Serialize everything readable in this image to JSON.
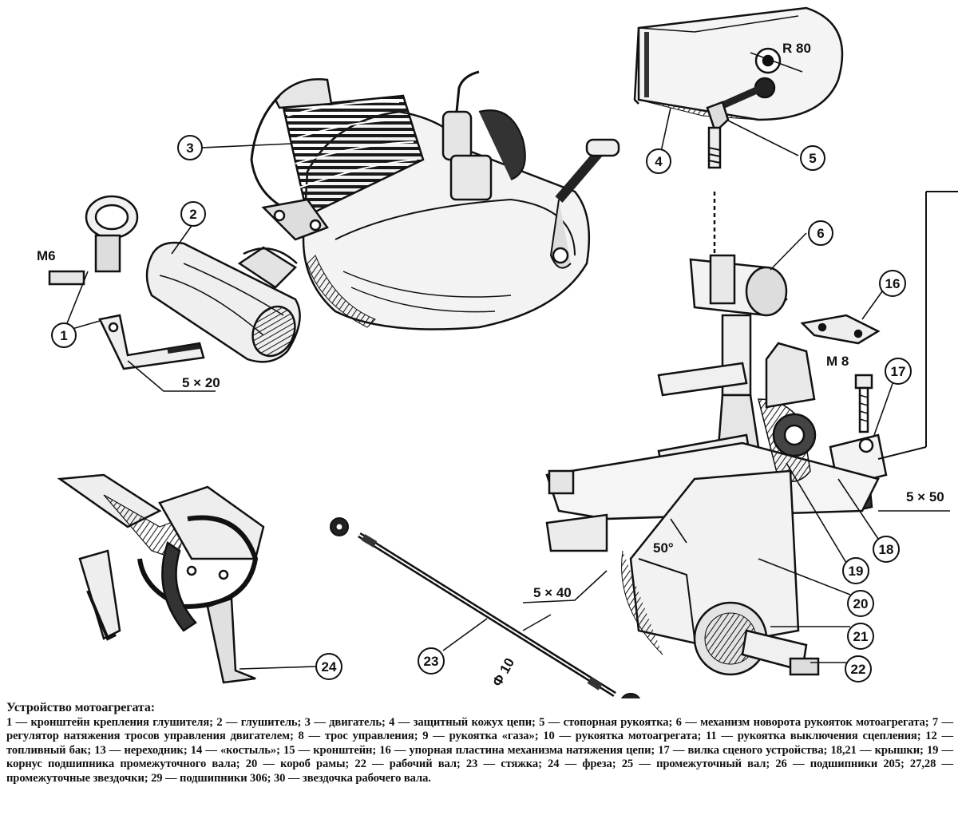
{
  "markers": [
    "1",
    "2",
    "3",
    "4",
    "5",
    "6",
    "16",
    "17",
    "18",
    "19",
    "20",
    "21",
    "22",
    "23",
    "24"
  ],
  "dimensions": {
    "m6": "M6",
    "m8": "M 8",
    "size_5x20": "5 × 20",
    "size_5x50": "5 × 50",
    "size_5x40": "5 × 40",
    "radius": "R 80",
    "angle": "50°",
    "diameter": "Φ 10"
  },
  "caption": {
    "title": "Устройство мотоагрегата:",
    "body": "1 — кронштейн крепления глушителя; 2 — глушитель; 3 — двигатель; 4 — защитный кожух цепи; 5 — стопорная рукоятка; 6 — механизм новорота рукояток мотоагрегата; 7 — регулятор натяжения тросов управления двигателем; 8 — трос управления; 9 — рукоятка «газа»; 10 — рукоятка мотоагрегата; 11 — рукоятка выключения сцепления; 12 — топливный бак; 13 — нереходник; 14 — «костыль»; 15 — кронштейн; 16 — упорная пластина механизма натяжения цепи; 17 — вилка сценого устройства; 18,21 — крышки; 19 — корнус подшипника промежуточного вала; 20 — короб рамы; 22 — рабочий вал; 23 — стяжка; 24 — фреза; 25 — промежуточный вал; 26 — подшипники 205; 27,28 — промежуточные звездочки; 29 — подшипники 306; 30 — звездочка рабочего вала."
  }
}
